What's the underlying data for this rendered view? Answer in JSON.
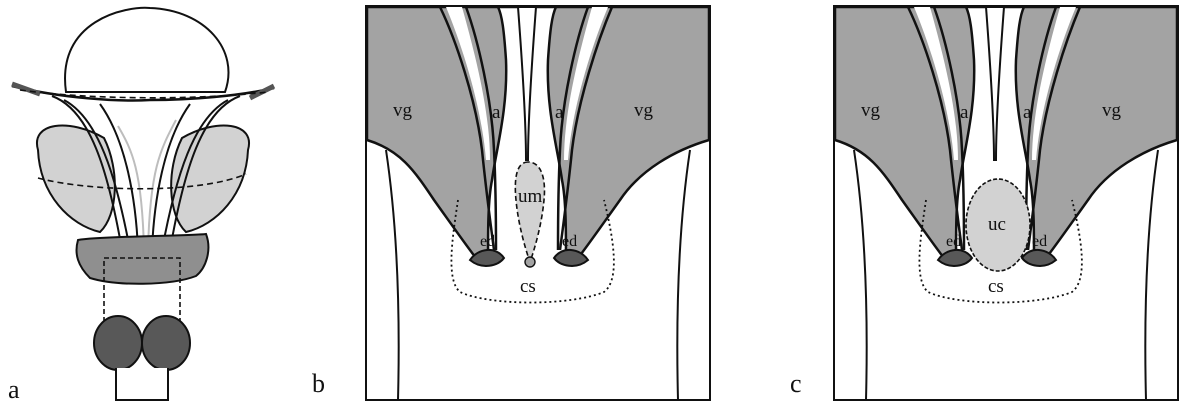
{
  "panels": {
    "a": {
      "letter": "a"
    },
    "b": {
      "letter": "b",
      "labels": {
        "vg_left": "vg",
        "a_left": "a",
        "a_right": "a",
        "vg_right": "vg",
        "um": "um",
        "ed_left": "ed",
        "ed_right": "ed",
        "cs": "cs"
      }
    },
    "c": {
      "letter": "c",
      "labels": {
        "vg_left": "vg",
        "a_left": "a",
        "a_right": "a",
        "vg_right": "vg",
        "uc": "uc",
        "ed_left": "ed",
        "ed_right": "ed",
        "cs": "cs"
      }
    }
  },
  "colors": {
    "gland_gray": "#a3a3a3",
    "light_gray": "#d2d2d2",
    "mid_gray": "#8f8f8f",
    "dark_gray": "#585858",
    "outline": "#111111"
  }
}
